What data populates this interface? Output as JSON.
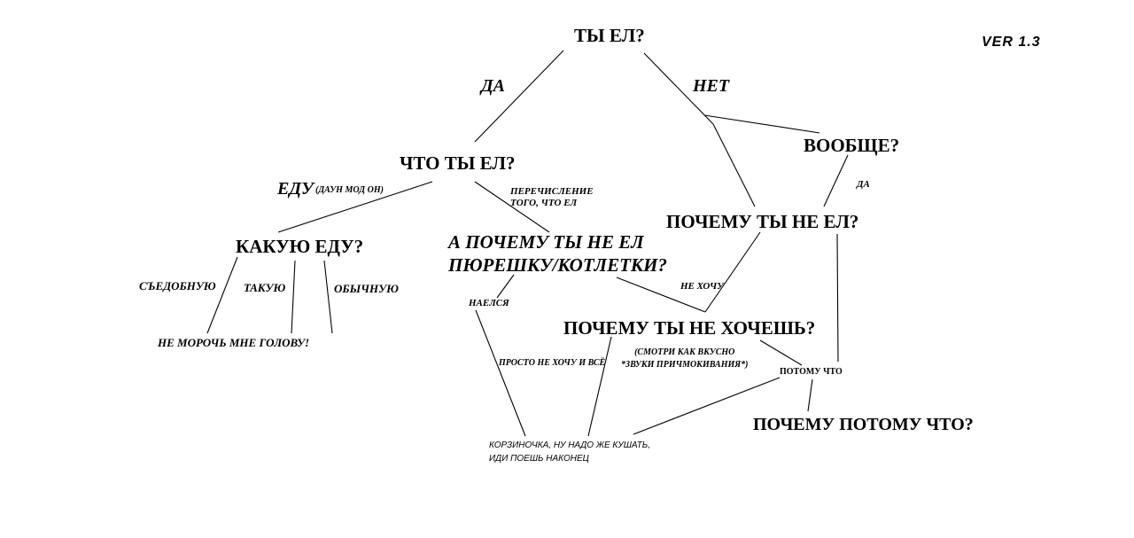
{
  "version": "VER 1.3",
  "nodes": {
    "q_ate": "ТЫ ЕЛ?",
    "a_yes": "ДА",
    "a_no": "НЕТ",
    "q_what_ate": "ЧТО ТЫ ЕЛ?",
    "q_at_all": "ВООБЩЕ?",
    "a_yes_small": "ДА",
    "a_food": "ЕДУ",
    "a_food_note": "(ДАУН МОД ОН)",
    "a_listing": "ПЕРЕЧИСЛЕНИЕ\nТОГО, ЧТО ЕЛ",
    "q_why_not_ate": "ПОЧЕМУ ТЫ НЕ ЕЛ?",
    "q_what_food": "КАКУЮ ЕДУ?",
    "q_why_not_puree": "А ПОЧЕМУ ТЫ НЕ ЕЛ\nПЮРЕШКУ/КОТЛЕТКИ?",
    "a_edible": "СЪЕДОБНУЮ",
    "a_such": "ТАКУЮ",
    "a_ordinary": "ОБЫЧНУЮ",
    "a_dont_want": "НЕ ХОЧУ",
    "a_full": "НАЕЛСЯ",
    "q_why_dont_want": "ПОЧЕМУ ТЫ НЕ ХОЧЕШЬ?",
    "a_dont_bother": "НЕ МОРОЧЬ МНЕ ГОЛОВУ!",
    "a_look_tasty": "(СМОТРИ КАК ВКУСНО\n*ЗВУКИ ПРИЧМОКИВАНИЯ*)",
    "a_just_dont_want": "ПРОСТО НЕ ХОЧУ И ВСЁ",
    "a_because": "ПОТОМУ ЧТО",
    "q_why_because": "ПОЧЕМУ ПОТОМУ ЧТО?",
    "a_basket": "КОРЗИНОЧКА, НУ НАДО ЖЕ КУШАТЬ,\nИДИ ПОЕШЬ НАКОНЕЦ"
  }
}
